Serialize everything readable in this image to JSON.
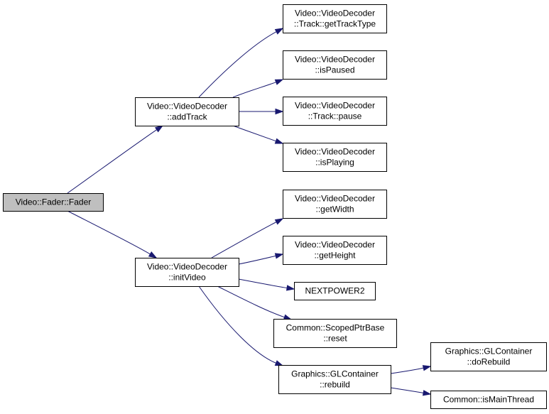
{
  "colors": {
    "edge": "#191970",
    "node_fill": "#ffffff",
    "root_fill": "#bfbfbf",
    "border": "#000000"
  },
  "nodes": [
    {
      "id": "fader",
      "lines": [
        "Video::Fader::Fader"
      ],
      "root": true
    },
    {
      "id": "addTrack",
      "lines": [
        "Video::VideoDecoder",
        "::addTrack"
      ]
    },
    {
      "id": "initVideo",
      "lines": [
        "Video::VideoDecoder",
        "::initVideo"
      ]
    },
    {
      "id": "getTrackType",
      "lines": [
        "Video::VideoDecoder",
        "::Track::getTrackType"
      ]
    },
    {
      "id": "isPaused",
      "lines": [
        "Video::VideoDecoder",
        "::isPaused"
      ]
    },
    {
      "id": "pause",
      "lines": [
        "Video::VideoDecoder",
        "::Track::pause"
      ]
    },
    {
      "id": "isPlaying",
      "lines": [
        "Video::VideoDecoder",
        "::isPlaying"
      ]
    },
    {
      "id": "getWidth",
      "lines": [
        "Video::VideoDecoder",
        "::getWidth"
      ]
    },
    {
      "id": "getHeight",
      "lines": [
        "Video::VideoDecoder",
        "::getHeight"
      ]
    },
    {
      "id": "nextpower2",
      "lines": [
        "NEXTPOWER2"
      ]
    },
    {
      "id": "reset",
      "lines": [
        "Common::ScopedPtrBase",
        "::reset"
      ]
    },
    {
      "id": "rebuild",
      "lines": [
        "Graphics::GLContainer",
        "::rebuild"
      ]
    },
    {
      "id": "doRebuild",
      "lines": [
        "Graphics::GLContainer",
        "::doRebuild"
      ]
    },
    {
      "id": "isMainThread",
      "lines": [
        "Common::isMainThread"
      ]
    }
  ],
  "edges": [
    {
      "from": "fader",
      "to": "addTrack"
    },
    {
      "from": "fader",
      "to": "initVideo"
    },
    {
      "from": "addTrack",
      "to": "getTrackType"
    },
    {
      "from": "addTrack",
      "to": "isPaused"
    },
    {
      "from": "addTrack",
      "to": "pause"
    },
    {
      "from": "addTrack",
      "to": "isPlaying"
    },
    {
      "from": "initVideo",
      "to": "getWidth"
    },
    {
      "from": "initVideo",
      "to": "getHeight"
    },
    {
      "from": "initVideo",
      "to": "nextpower2"
    },
    {
      "from": "initVideo",
      "to": "reset"
    },
    {
      "from": "initVideo",
      "to": "rebuild"
    },
    {
      "from": "rebuild",
      "to": "doRebuild"
    },
    {
      "from": "rebuild",
      "to": "isMainThread"
    }
  ]
}
